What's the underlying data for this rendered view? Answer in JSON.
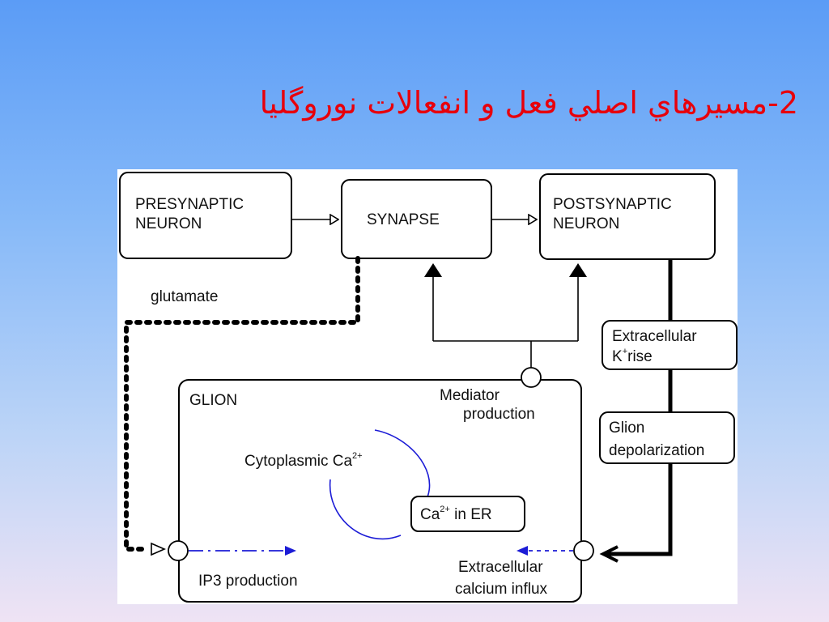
{
  "slide": {
    "title": "2-مسيرهاي اصلي فعل و انفعالات نوروگليا",
    "page_number": ""
  },
  "diagram": {
    "presynaptic": {
      "line1": "PRESYNAPTIC",
      "line2": "NEURON"
    },
    "synapse": "SYNAPSE",
    "postsynaptic": {
      "line1": "POSTSYNAPTIC",
      "line2": "NEURON"
    },
    "glutamate": "glutamate",
    "glion": "GLION",
    "mediator": {
      "line1": "Mediator",
      "line2": "production"
    },
    "k_rise": {
      "line1": "Extracellular",
      "k": "K",
      "k_sup": "+",
      "rest": "rise"
    },
    "glion_depol": {
      "line1": "Glion",
      "line2": "depolarization"
    },
    "cytoplasmic": {
      "text": "Cytoplasmic Ca",
      "sup": "2+"
    },
    "ca_er": {
      "ca": "Ca",
      "sup": "2+",
      "rest": " in ER"
    },
    "ip3": "IP3 production",
    "calcium_influx": {
      "line1": "Extracellular",
      "line2": "calcium influx"
    }
  },
  "colors": {
    "title": "#e8000b",
    "flow_blue": "#1c1cd6",
    "line": "#000000"
  }
}
